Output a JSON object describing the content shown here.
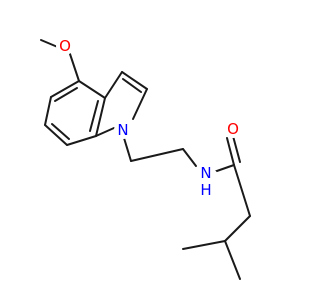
{
  "molecule": {
    "atoms": {
      "methoxy_oxygen": "O",
      "indole_nitrogen": "N",
      "amide_nitrogen": "N",
      "amide_hydrogen": "H",
      "carbonyl_oxygen": "O"
    },
    "colors": {
      "bond": "#1a1a1a",
      "oxygen": "#ff0000",
      "nitrogen": "#0000ff",
      "background": "#ffffff"
    }
  }
}
